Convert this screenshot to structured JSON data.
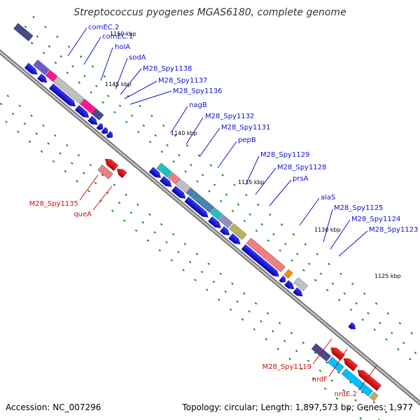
{
  "title": "Streptococcus pyogenes MGAS6180, complete genome",
  "footer": {
    "accession": "Accession: NC_007296",
    "topology": "Topology: circular; Length: 1,897,573 bp; Genes: 1,977"
  },
  "kbp_labels": [
    "1150 kbp",
    "1145 kbp",
    "1140 kbp",
    "1135 kbp",
    "1130 kbp",
    "1125 kbp"
  ],
  "genes_top": [
    "comEC.2",
    "comEC.1",
    "holA",
    "sodA",
    "M28_Spy1138",
    "M28_Spy1137",
    "M28_Spy1136",
    "nagB",
    "M28_Spy1132",
    "M28_Spy1131",
    "pepB",
    "M28_Spy1129",
    "M28_Spy1128",
    "prsA",
    "alaS",
    "M28_Spy1125",
    "M28_Spy1124",
    "M28_Spy1123"
  ],
  "genes_bottom": [
    "M28_Spy1135",
    "queA",
    "M28_Spy1119",
    "nrdF",
    "nrdE.2"
  ],
  "colors": {
    "forward_cds": "#1010e0",
    "reverse_cds": "#e01010",
    "backbone": "#888888",
    "tick": "#1a8a1a",
    "gene_label_forward": "#1111cc",
    "gene_label_reverse": "#cc1111"
  }
}
